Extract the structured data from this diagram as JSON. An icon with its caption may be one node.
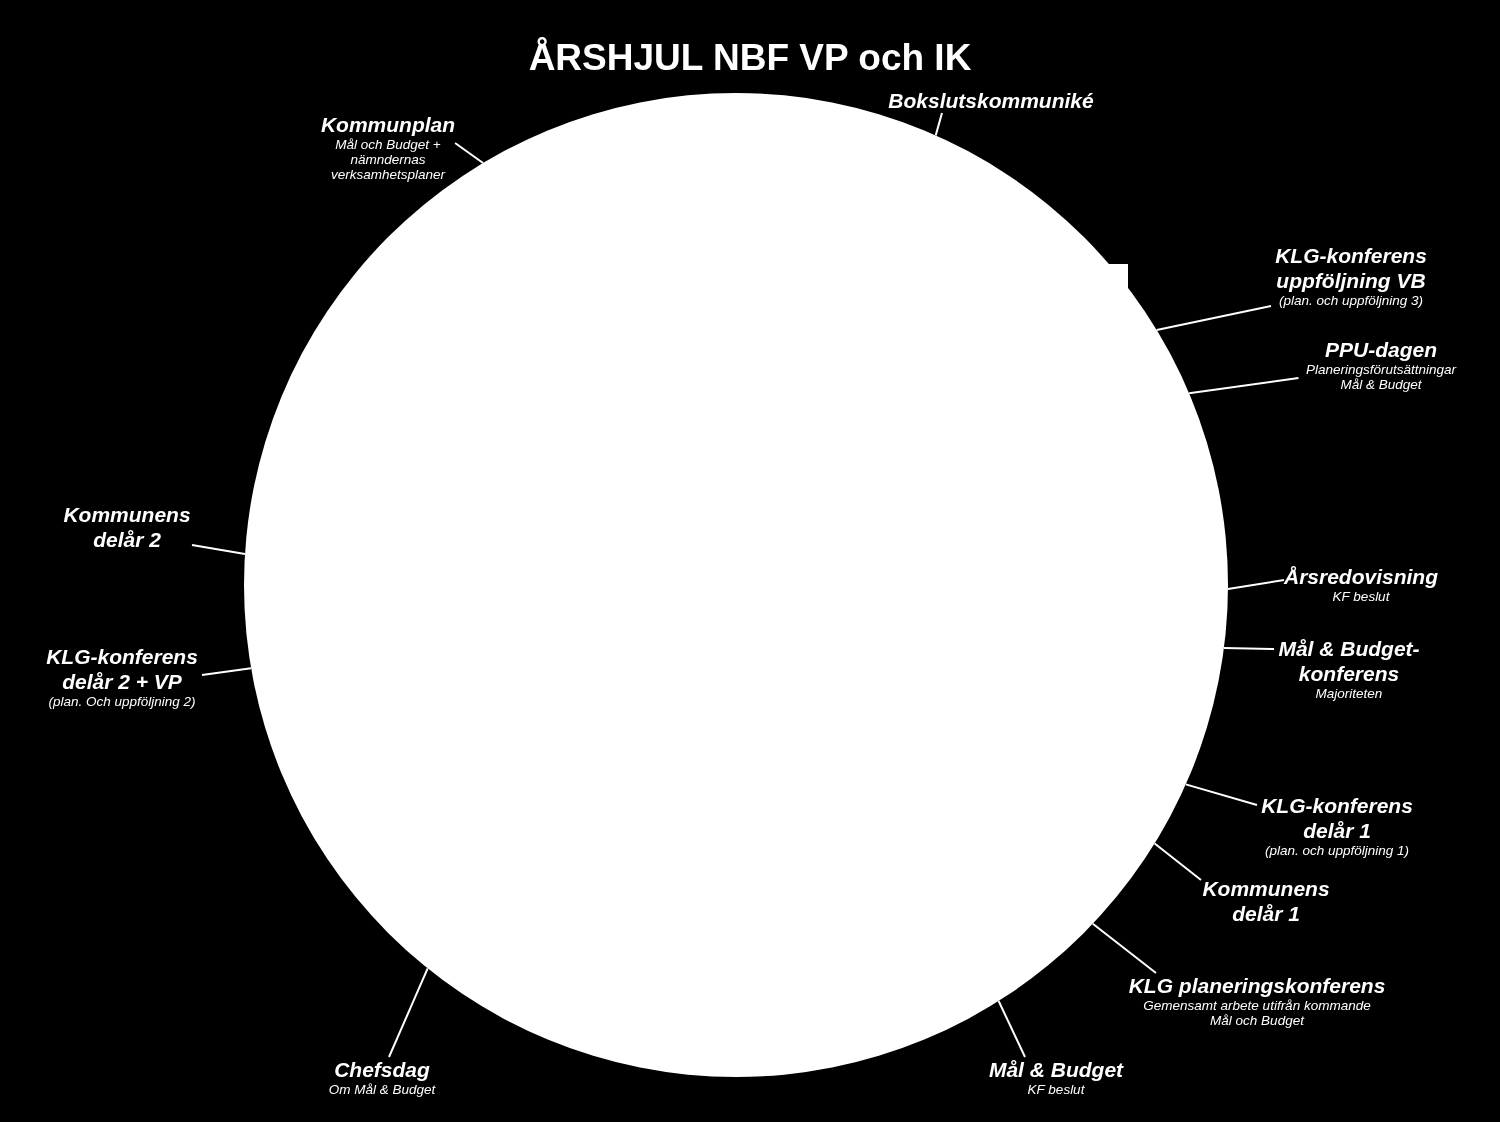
{
  "diagram": {
    "title": "ÅRSHJUL NBF VP och IK",
    "nodes": [
      {
        "text": [],
        "shape": "circle"
      },
      {
        "text": [
          "Kommunplan",
          "Mål och Budget + nämndernas verksamhetsplaner"
        ]
      },
      {
        "text": [
          "Bokslutskommuniké"
        ]
      },
      {
        "text": [
          "KLG-konferens uppföljning VB",
          "(plan. och uppföljning 3)"
        ]
      },
      {
        "text": [
          "PPU-dagen",
          "Planeringsförutsättningar Mål & Budget"
        ]
      },
      {
        "text": [
          "Kommunens delår 2"
        ]
      },
      {
        "text": [
          "Årsredovisning",
          "KF beslut"
        ]
      },
      {
        "text": [
          "Mål & Budget- konferens",
          "Majoriteten"
        ]
      },
      {
        "text": [
          "KLG-konferens delår 2 + VP",
          "(plan. Och uppföljning 2)"
        ]
      },
      {
        "text": [
          "KLG-konferens delår 1",
          "(plan. och uppföljning 1)"
        ]
      },
      {
        "text": [
          "Kommunens delår 1"
        ]
      },
      {
        "text": [
          "KLG planeringskonferens",
          "Gemensamt arbete utifrån kommande Mål och Budget"
        ]
      },
      {
        "text": [
          "Chefsdag",
          "Om Mål & Budget"
        ]
      },
      {
        "text": [
          "Mål & Budget",
          "KF beslut"
        ]
      }
    ],
    "edges": [
      {
        "from": 1,
        "to": 0,
        "arrow": "none"
      },
      {
        "from": 2,
        "to": 0,
        "arrow": "none"
      },
      {
        "from": 3,
        "to": 0,
        "arrow": "none"
      },
      {
        "from": 4,
        "to": 0,
        "arrow": "none"
      },
      {
        "from": 5,
        "to": 0,
        "arrow": "none"
      },
      {
        "from": 6,
        "to": 0,
        "arrow": "none"
      },
      {
        "from": 7,
        "to": 0,
        "arrow": "none"
      },
      {
        "from": 8,
        "to": 0,
        "arrow": "none"
      },
      {
        "from": 9,
        "to": 0,
        "arrow": "none"
      },
      {
        "from": 10,
        "to": 0,
        "arrow": "none"
      },
      {
        "from": 11,
        "to": 0,
        "arrow": "none"
      },
      {
        "from": 12,
        "to": 0,
        "arrow": "none"
      },
      {
        "from": 13,
        "to": 0,
        "arrow": "none"
      }
    ]
  }
}
